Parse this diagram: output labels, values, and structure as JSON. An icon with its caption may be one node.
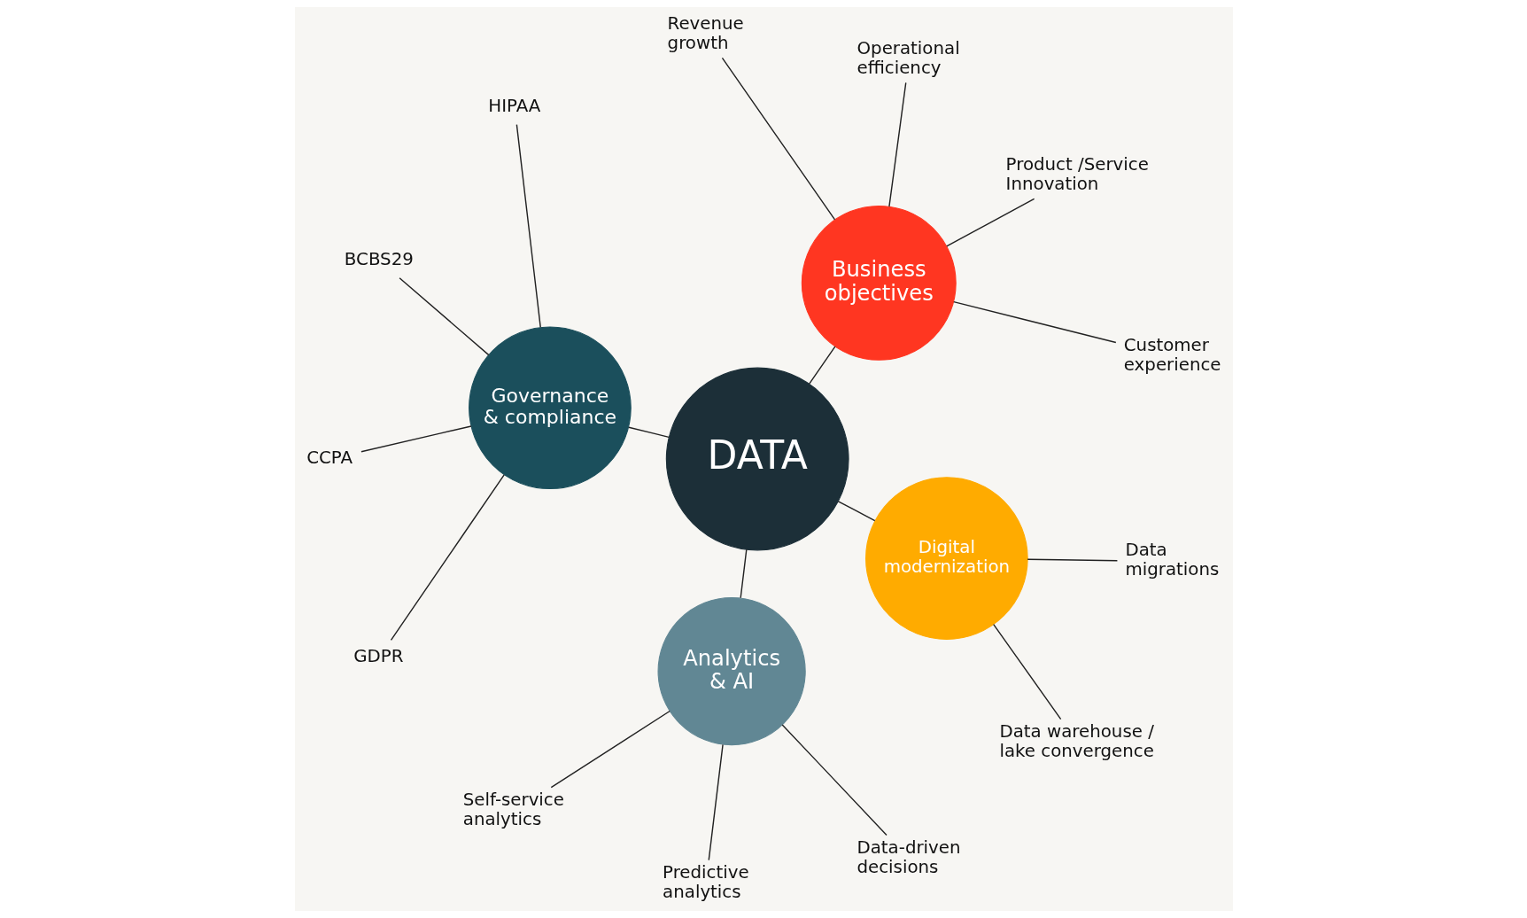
{
  "diagram": {
    "nodes": [
      {
        "text": [
          "DATA"
        ]
      },
      {
        "text": [
          "Business objectives"
        ]
      },
      {
        "text": [
          "Customer experience"
        ]
      },
      {
        "text": [
          "Product /Service Innovation"
        ]
      },
      {
        "text": [
          "Operational efficiency"
        ]
      },
      {
        "text": [
          "Revenue growth"
        ]
      },
      {
        "text": [
          "Governance & compliance"
        ]
      },
      {
        "text": [
          "HIPAA"
        ]
      },
      {
        "text": [
          "BCBS29"
        ]
      },
      {
        "text": [
          "CCPA"
        ]
      },
      {
        "text": [
          "GDPR"
        ]
      },
      {
        "text": [
          "Analytics & AI"
        ]
      },
      {
        "text": [
          "Self-service analytics"
        ]
      },
      {
        "text": [
          "Predictive analytics"
        ]
      },
      {
        "text": [
          "Data-driven decisions"
        ]
      },
      {
        "text": [
          "Digital modernization"
        ]
      },
      {
        "text": [
          "Data warehouse / lake convergence"
        ]
      },
      {
        "text": [
          "Data migrations"
        ]
      }
    ],
    "edges": [
      {
        "from": 0,
        "to": 1,
        "arrow": "none"
      },
      {
        "from": 1,
        "to": 2,
        "arrow": "none"
      },
      {
        "from": 1,
        "to": 3,
        "arrow": "none"
      },
      {
        "from": 1,
        "to": 4,
        "arrow": "none"
      },
      {
        "from": 1,
        "to": 5,
        "arrow": "none"
      },
      {
        "from": 0,
        "to": 6,
        "arrow": "none"
      },
      {
        "from": 6,
        "to": 7,
        "arrow": "none"
      },
      {
        "from": 6,
        "to": 8,
        "arrow": "none"
      },
      {
        "from": 6,
        "to": 9,
        "arrow": "none"
      },
      {
        "from": 6,
        "to": 10,
        "arrow": "none"
      },
      {
        "from": 0,
        "to": 11,
        "arrow": "none"
      },
      {
        "from": 11,
        "to": 12,
        "arrow": "none"
      },
      {
        "from": 11,
        "to": 13,
        "arrow": "none"
      },
      {
        "from": 11,
        "to": 14,
        "arrow": "none"
      },
      {
        "from": 0,
        "to": 15,
        "arrow": "none"
      },
      {
        "from": 15,
        "to": 16,
        "arrow": "none"
      },
      {
        "from": 15,
        "to": 17,
        "arrow": "none"
      }
    ]
  }
}
